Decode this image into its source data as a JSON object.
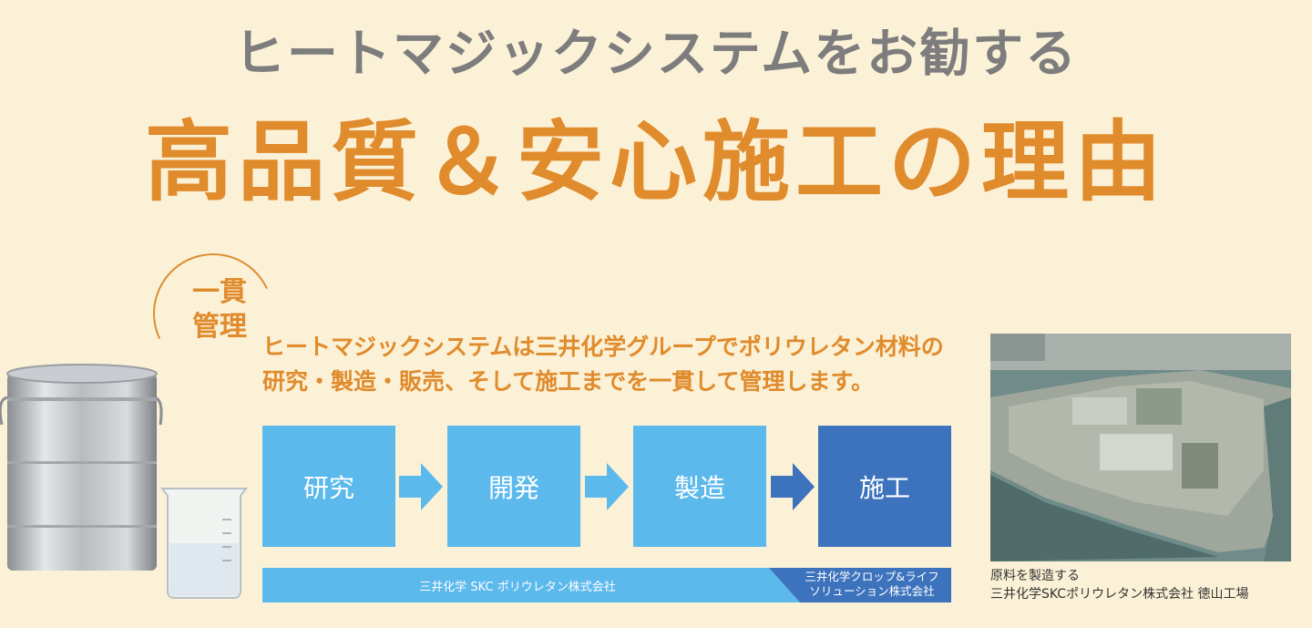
{
  "header": {
    "subtitle": "ヒートマジックシステムをお勧する",
    "title": "高品質＆安心施工の理由"
  },
  "badge": {
    "line1": "一貫",
    "line2": "管理"
  },
  "intro": {
    "line1": "ヒートマジックシステムは三井化学グループでポリウレタン材料の",
    "line2": "研究・製造・販売、そして施工までを一貫して管理します。"
  },
  "steps": [
    {
      "label": "研究"
    },
    {
      "label": "開発"
    },
    {
      "label": "製造"
    },
    {
      "label": "施工"
    }
  ],
  "companies": {
    "left": "三井化学 SKC ポリウレタン株式会社",
    "right_line1": "三井化学クロップ&ライフ",
    "right_line2": "ソリューション株式会社"
  },
  "photo_caption": {
    "line1": "原料を製造する",
    "line2": "三井化学SKCポリウレタン株式会社 徳山工場"
  },
  "colors": {
    "background": "#fbf1d7",
    "accent_orange": "#e08b2c",
    "subtitle_gray": "#7d7d7d",
    "step_light_blue": "#5cb9ec",
    "step_dark_blue": "#3d73bd"
  },
  "icons": [
    "paint-can-image",
    "beaker-image",
    "arrow-right-icon",
    "factory-aerial-photo"
  ]
}
